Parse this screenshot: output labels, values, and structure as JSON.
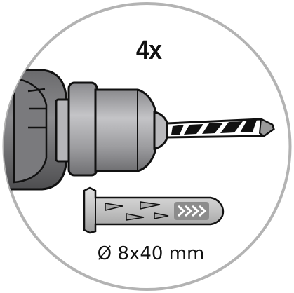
{
  "instruction": {
    "quantity": "4x",
    "dimension": "Ø 8x40 mm"
  },
  "icons": {
    "frame": "circle-frame",
    "drill": "power-drill-icon",
    "bit": "masonry-drill-bit-icon",
    "anchor": "wall-plug-icon"
  },
  "colors": {
    "outline": "#b3b3b3",
    "drill_dark": "#5a5a5a",
    "chuck_grey": "#a9a9ac",
    "anchor_grey": "#c9c9c9",
    "text": "#111111"
  }
}
